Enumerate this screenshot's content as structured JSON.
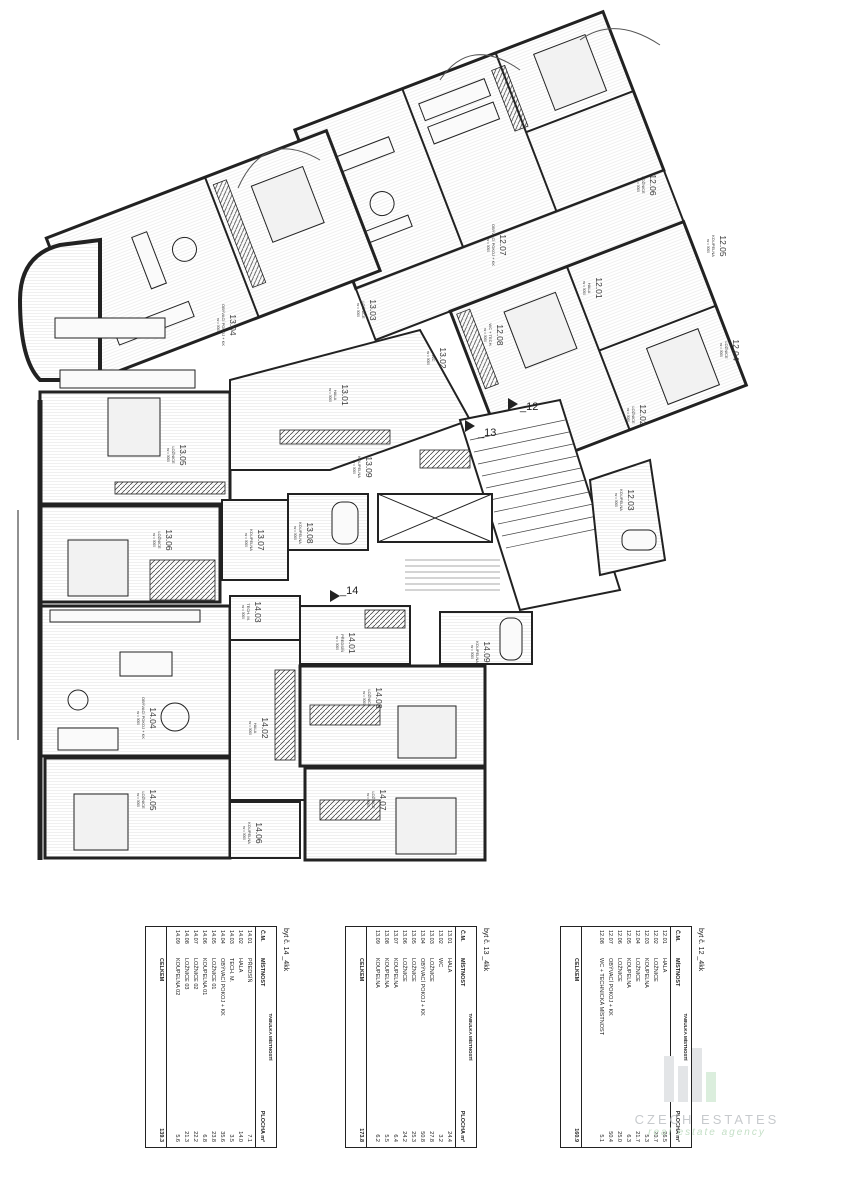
{
  "plan": {
    "stair_marks": [
      "_12",
      "_13",
      "_14"
    ],
    "rooms": [
      {
        "id": "12.01",
        "name": "HALA",
        "area": "sv = 3000"
      },
      {
        "id": "12.02",
        "name": "LOŽNICE",
        "area": "sv = 3000"
      },
      {
        "id": "12.03",
        "name": "KOUPELNA",
        "area": "sv = 3000"
      },
      {
        "id": "12.04",
        "name": "LOŽNICE",
        "area": "sv = 3000"
      },
      {
        "id": "12.05",
        "name": "KOUPELNA",
        "area": "sv = 3000"
      },
      {
        "id": "12.06",
        "name": "LOŽNICE",
        "area": "sv = 3000"
      },
      {
        "id": "12.07",
        "name": "OBÝVACÍ POKOJ + KK",
        "area": "sv = 3000"
      },
      {
        "id": "12.08",
        "name": "WC + TECH.",
        "area": "sv = 3000"
      },
      {
        "id": "13.01",
        "name": "HALA",
        "area": "sv = 3000"
      },
      {
        "id": "13.02",
        "name": "WC",
        "area": "sv = 3000"
      },
      {
        "id": "13.03",
        "name": "LOŽNICE",
        "area": "sv = 3000"
      },
      {
        "id": "13.04",
        "name": "OBÝVACÍ POKOJ + KK",
        "area": "sv = 3000"
      },
      {
        "id": "13.05",
        "name": "LOŽNICE",
        "area": "sv = 3000"
      },
      {
        "id": "13.06",
        "name": "LOŽNICE",
        "area": "sv = 3000"
      },
      {
        "id": "13.07",
        "name": "KOUPELNA",
        "area": "sv = 3000"
      },
      {
        "id": "13.08",
        "name": "KOUPELNA",
        "area": "sv = 3000"
      },
      {
        "id": "13.09",
        "name": "KOUPELNA",
        "area": "sv = 3000"
      },
      {
        "id": "14.01",
        "name": "PŘEDSÍŇ",
        "area": "sv = 3000"
      },
      {
        "id": "14.02",
        "name": "HALA",
        "area": "sv = 3000"
      },
      {
        "id": "14.03",
        "name": "TECH. M.",
        "area": "sv = 3000"
      },
      {
        "id": "14.04",
        "name": "OBÝVACÍ POKOJ + KK",
        "area": "sv = 3000"
      },
      {
        "id": "14.05",
        "name": "LOŽNICE",
        "area": "sv = 3000"
      },
      {
        "id": "14.06",
        "name": "KOUPELNA",
        "area": "sv = 3000"
      },
      {
        "id": "14.07",
        "name": "LOŽNICE",
        "area": "sv = 3000"
      },
      {
        "id": "14.08",
        "name": "LOŽNICE",
        "area": "sv = 3000"
      },
      {
        "id": "14.09",
        "name": "KOUPELNA",
        "area": "sv = 3000"
      }
    ]
  },
  "tables": [
    {
      "flat": "byt č. 14 _4kk",
      "title": "TABULKA MÍSTNOSTÍ",
      "headers": {
        "code": "Č.M.",
        "name": "MÍSTNOST",
        "area": "PLOCHA m²"
      },
      "rows": [
        {
          "code": "14.01",
          "name": "PŘEDSÍŇ",
          "area": "7.1"
        },
        {
          "code": "14.02",
          "name": "HALA",
          "area": "14.0"
        },
        {
          "code": "14.03",
          "name": "TECH. M.",
          "area": "3.5"
        },
        {
          "code": "14.04",
          "name": "OBÝVACÍ POKOJ + KK",
          "area": "35.6"
        },
        {
          "code": "14.05",
          "name": "LOŽNICE 01",
          "area": "23.8"
        },
        {
          "code": "14.06",
          "name": "KOUPELNA 01",
          "area": "6.8"
        },
        {
          "code": "14.07",
          "name": "LOŽNICE 02",
          "area": "22.2"
        },
        {
          "code": "14.08",
          "name": "LOŽNICE 03",
          "area": "21.3"
        },
        {
          "code": "14.09",
          "name": "KOUPELNA 02",
          "area": "5.6"
        }
      ],
      "total_label": "CELKEM",
      "total": "139.3"
    },
    {
      "flat": "byt č. 13 _4kk",
      "title": "TABULKA MÍSTNOSTÍ",
      "headers": {
        "code": "Č.M.",
        "name": "MÍSTNOST",
        "area": "PLOCHA m²"
      },
      "rows": [
        {
          "code": "13.01",
          "name": "HALA",
          "area": "24.4"
        },
        {
          "code": "13.02",
          "name": "WC",
          "area": "3.2"
        },
        {
          "code": "13.03",
          "name": "LOŽNICE",
          "area": "27.8"
        },
        {
          "code": "13.04",
          "name": "OBÝVACÍ POKOJ + KK",
          "area": "50.8"
        },
        {
          "code": "13.05",
          "name": "LOŽNICE",
          "area": "25.3"
        },
        {
          "code": "13.06",
          "name": "LOŽNICE",
          "area": "24.2"
        },
        {
          "code": "13.07",
          "name": "KOUPELNA",
          "area": "6.4"
        },
        {
          "code": "13.08",
          "name": "KOUPELNA",
          "area": "5.5"
        },
        {
          "code": "13.09",
          "name": "KOUPELNA",
          "area": "6.2"
        }
      ],
      "total_label": "CELKEM",
      "total": "173.8"
    },
    {
      "flat": "byt č. 12 _4kk",
      "title": "TABULKA MÍSTNOSTÍ",
      "headers": {
        "code": "Č.M.",
        "name": "MÍSTNOST",
        "area": "PLOCHA m²"
      },
      "rows": [
        {
          "code": "12.01",
          "name": "HALA",
          "area": "26.5"
        },
        {
          "code": "12.02",
          "name": "LOŽNICE",
          "area": "20.7"
        },
        {
          "code": "12.03",
          "name": "KOUPELNA",
          "area": "5.3"
        },
        {
          "code": "12.04",
          "name": "LOŽNICE",
          "area": "21.7"
        },
        {
          "code": "12.05",
          "name": "KOUPELNA",
          "area": "6.3"
        },
        {
          "code": "12.06",
          "name": "LOŽNICE",
          "area": "25.0"
        },
        {
          "code": "12.07",
          "name": "OBÝVACÍ POKOJ + KK",
          "area": "50.4"
        },
        {
          "code": "12.08",
          "name": "WC + TECHNICKÁ MÍSTNOST",
          "area": "5.1"
        }
      ],
      "total_label": "CELKEM",
      "total": "160.9"
    }
  ],
  "watermark": {
    "line1": "CZECH ESTATES",
    "line2": "real estate agency"
  },
  "colors": {
    "ink": "#222222",
    "hatch": "#bfbfbf",
    "watermark_grey": "#c7cacd",
    "watermark_green": "#c4dfc6"
  }
}
